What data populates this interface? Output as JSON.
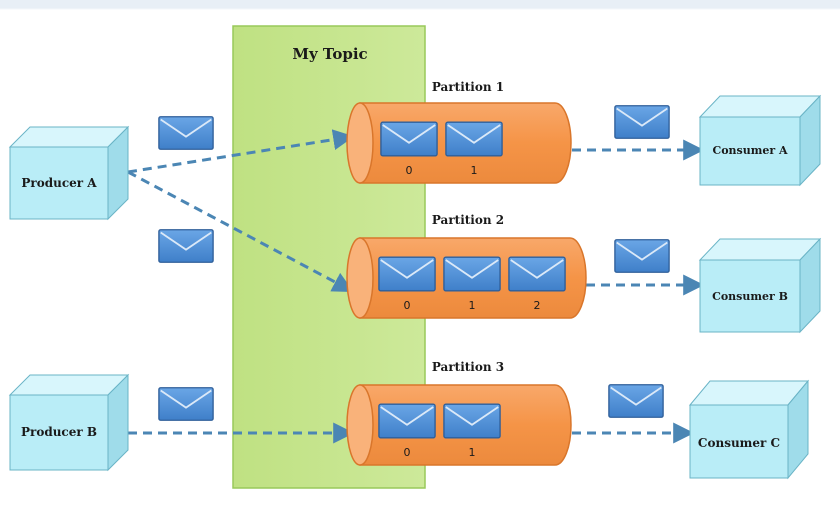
{
  "topic": {
    "title": "My Topic"
  },
  "producers": [
    {
      "label": "Producer A"
    },
    {
      "label": "Producer B"
    }
  ],
  "consumers": [
    {
      "label": "Consumer A"
    },
    {
      "label": "Consumer B"
    },
    {
      "label": "Consumer C"
    }
  ],
  "partitions": [
    {
      "title": "Partition 1",
      "offsets": [
        "0",
        "1"
      ]
    },
    {
      "title": "Partition 2",
      "offsets": [
        "0",
        "1",
        "2"
      ]
    },
    {
      "title": "Partition 3",
      "offsets": [
        "0",
        "1"
      ]
    }
  ],
  "icons": {
    "message": "envelope-icon"
  },
  "colors": {
    "topic_fill": "#c3e389",
    "partition_fill": "#f7994f",
    "box_fill": "#b9edf7",
    "envelope_fill": "#4f8fd6",
    "arrow": "#4b86b4"
  }
}
